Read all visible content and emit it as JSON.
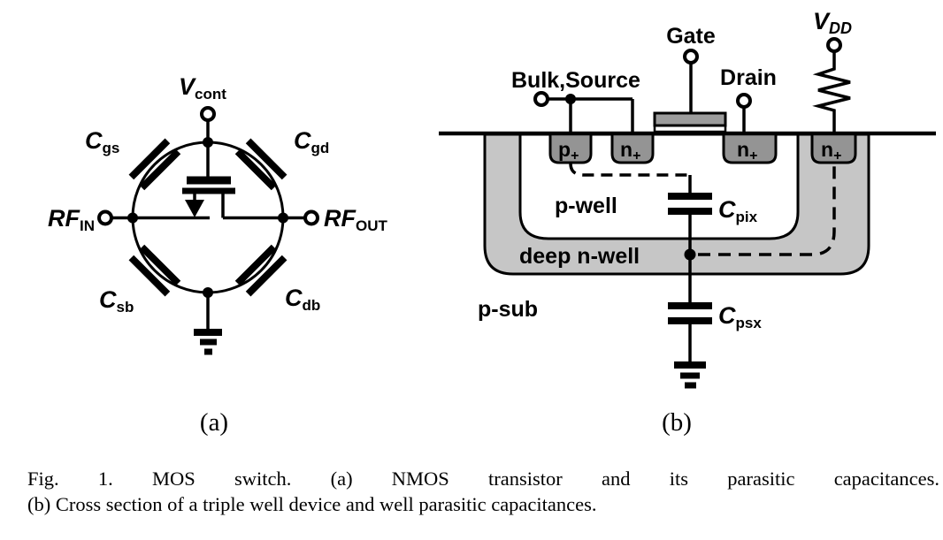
{
  "colors": {
    "well_gray": "#c6c6c6",
    "diffusion_gray": "#949494",
    "gate_gray": "#9c9c9c",
    "line_black": "#000000",
    "background": "#ffffff"
  },
  "panel_a": {
    "label": "(a)",
    "vcont": {
      "base": "V",
      "sub": "cont"
    },
    "rf_in": {
      "base": "RF",
      "sub": "IN"
    },
    "rf_out": {
      "base": "RF",
      "sub": "OUT"
    },
    "cgs": {
      "base": "C",
      "sub": "gs"
    },
    "cgd": {
      "base": "C",
      "sub": "gd"
    },
    "csb": {
      "base": "C",
      "sub": "sb"
    },
    "cdb": {
      "base": "C",
      "sub": "db"
    }
  },
  "panel_b": {
    "label": "(b)",
    "gate": "Gate",
    "bulk_source": "Bulk,Source",
    "drain": "Drain",
    "vdd": {
      "base": "V",
      "sub": "DD"
    },
    "p_plus": {
      "base": "p",
      "sub": "+"
    },
    "n_plus_source": {
      "base": "n",
      "sub": "+"
    },
    "n_plus_drain": {
      "base": "n",
      "sub": "+"
    },
    "n_plus_well": {
      "base": "n",
      "sub": "+"
    },
    "p_well": "p-well",
    "deep_n_well": "deep n-well",
    "p_sub": "p-sub",
    "cpix": {
      "base": "C",
      "sub": "pix"
    },
    "cpsx": {
      "base": "C",
      "sub": "psx"
    }
  },
  "caption": {
    "line1": "Fig. 1. MOS switch. (a) NMOS transistor and its parasitic capacitances.",
    "line2": "(b) Cross section of a triple well device and well parasitic capacitances."
  }
}
